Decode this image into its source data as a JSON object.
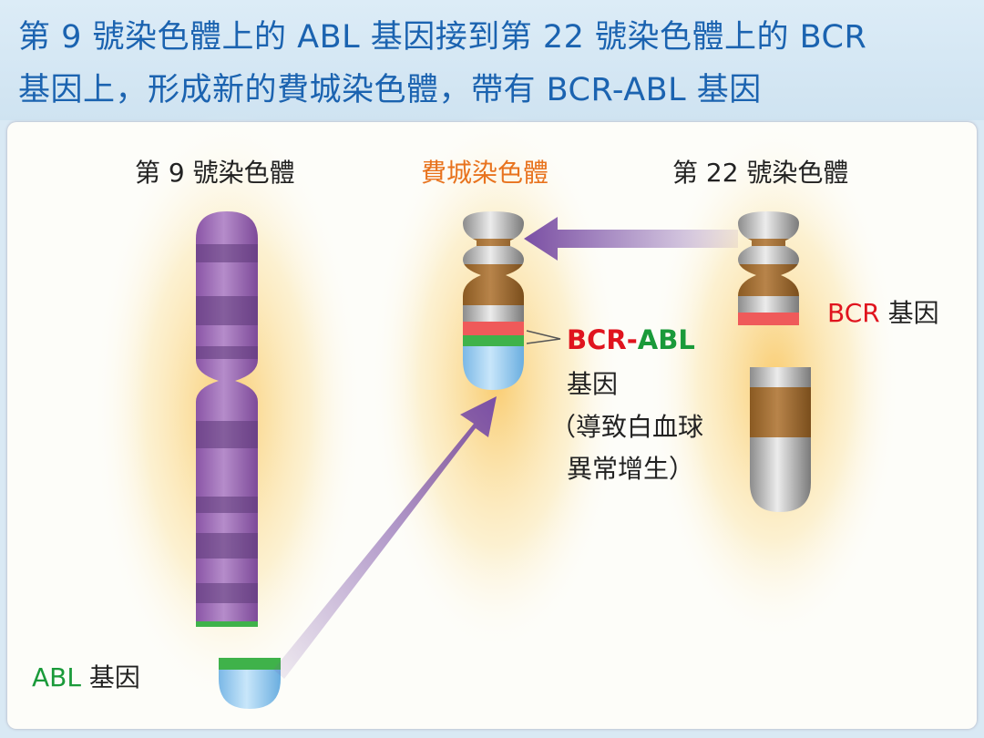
{
  "header": {
    "title_line1": "第 9 號染色體上的 ABL 基因接到第 22 號染色體上的 BCR",
    "title_line2": "基因上，形成新的費城染色體，帶有 BCR-ABL 基因"
  },
  "labels": {
    "chr9": "第 9 號染色體",
    "philadelphia": "費城染色體",
    "chr22": "第 22 號染色體",
    "bcr": "BCR",
    "bcr_gene": "基因",
    "abl": "ABL",
    "abl_gene": "基因",
    "fusion_bcr": "BCR",
    "fusion_dash": "-",
    "fusion_abl": "ABL",
    "fusion_gene": "基因",
    "fusion_note1": "（導致白血球",
    "fusion_note2": "異常增生）"
  },
  "colors": {
    "title": "#1b63b0",
    "philadelphia_label": "#e8731e",
    "bcr": "#e0141e",
    "abl": "#1a9a3a",
    "arrow": "#7a4fa6"
  }
}
